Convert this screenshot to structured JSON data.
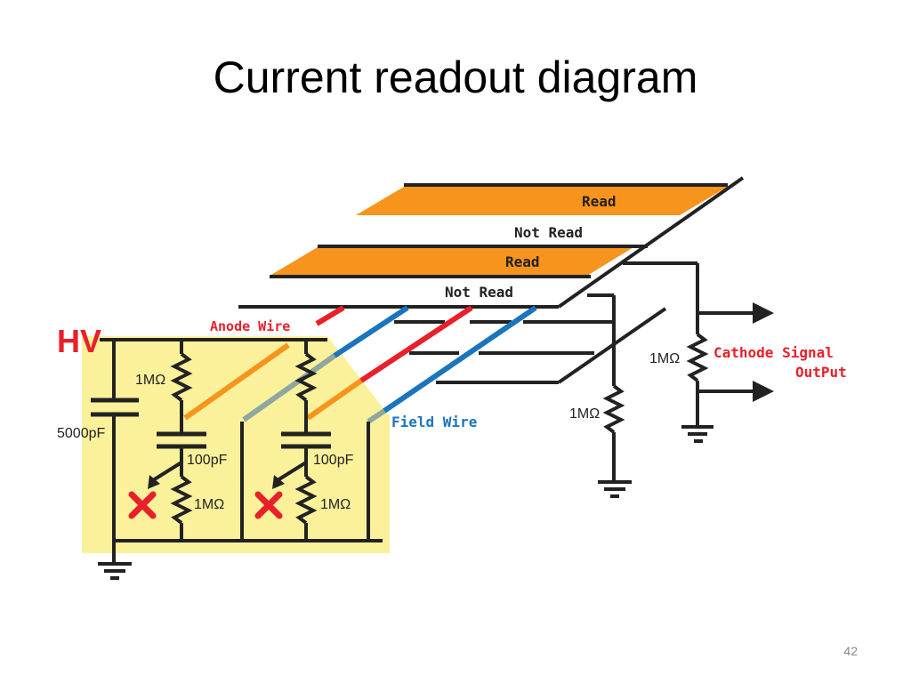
{
  "slide": {
    "title": "Current readout diagram",
    "page_number": "42"
  },
  "diagram": {
    "strips": [
      {
        "label": "Read",
        "fill": "#f7941d"
      },
      {
        "label": "Not Read",
        "fill": "#ffffff"
      },
      {
        "label": "Read",
        "fill": "#f7941d"
      },
      {
        "label": "Not Read",
        "fill": "#ffffff"
      }
    ],
    "labels": {
      "hv": "HV",
      "anode_wire": "Anode Wire",
      "field_wire": "Field Wire",
      "cathode_signal_line1": "Cathode Signal",
      "cathode_signal_line2": "OutPut",
      "cap_hv": "5000pF",
      "cap_left": "100pF",
      "cap_right": "100pF",
      "res_left_top": "1MΩ",
      "res_left_bottom": "1MΩ",
      "res_right_bottom": "1MΩ",
      "res_center": "1MΩ",
      "res_right": "1MΩ"
    },
    "colors": {
      "highlight": "#fbf19b",
      "anode_wire": "#e8202a",
      "field_wire": "#1b75bc",
      "strip_orange": "#f7941d",
      "cathode_text": "#e8202a",
      "field_text": "#1b75bc",
      "hv_text": "#e8202a"
    }
  }
}
